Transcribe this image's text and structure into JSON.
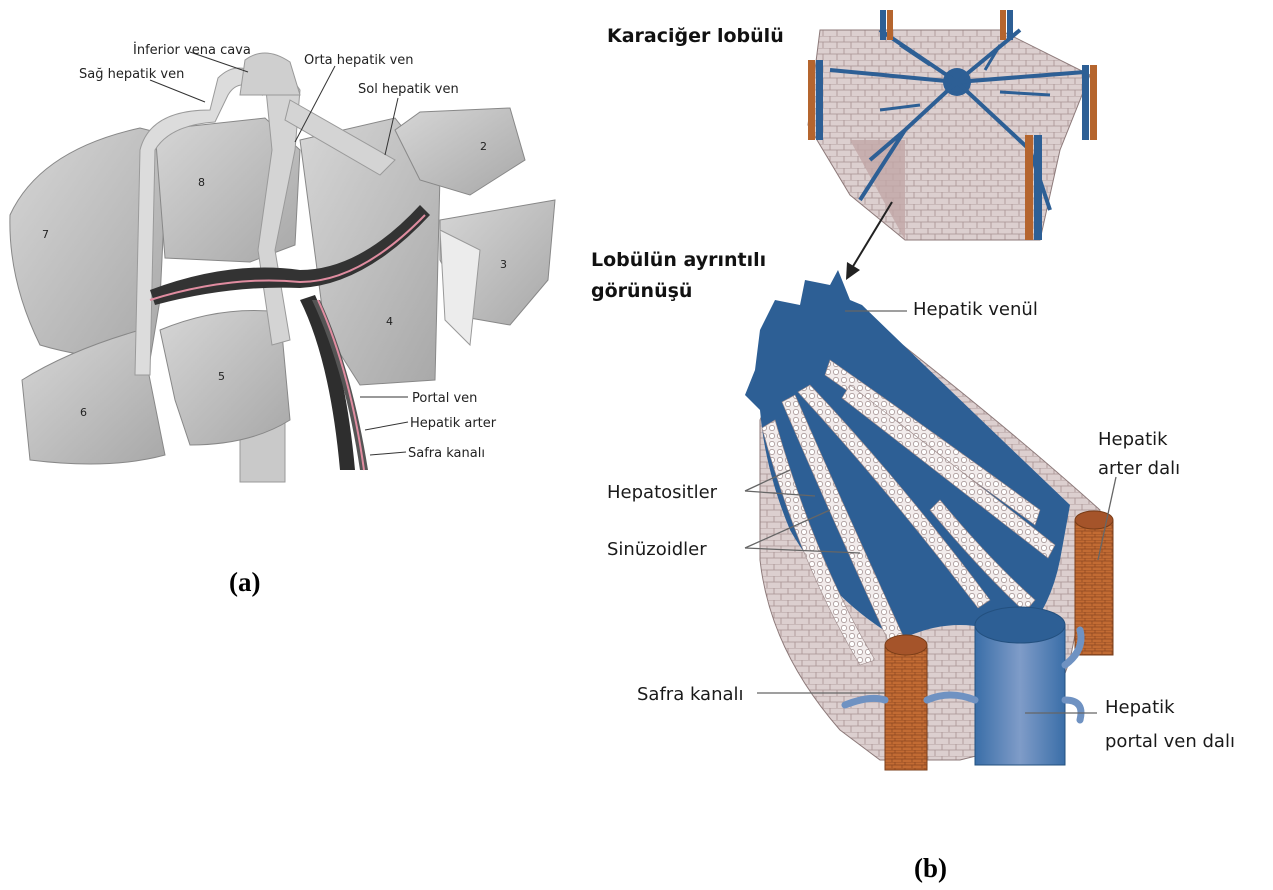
{
  "panel_a": {
    "caption": "(a)",
    "labels": {
      "ivc": "İnferior vena cava",
      "right_hv": "Sağ hepatik ven",
      "middle_hv": "Orta hepatik ven",
      "left_hv": "Sol hepatik ven",
      "portal": "Portal ven",
      "artery": "Hepatik arter",
      "bile": "Safra kanalı"
    },
    "segments": [
      "2",
      "3",
      "4",
      "5",
      "6",
      "7",
      "8"
    ]
  },
  "panel_b": {
    "caption": "(b)",
    "title_lobule": "Karaciğer lobülü",
    "title_detail_1": "Lobülün ayrıntılı",
    "title_detail_2": "görünüşü",
    "labels": {
      "venule": "Hepatik venül",
      "artery_1": "Hepatik",
      "artery_2": "arter dalı",
      "hepatocytes": "Hepatositler",
      "sinusoids": "Sinüzoidler",
      "bile": "Safra kanalı",
      "portal_1": "Hepatik",
      "portal_2": "portal ven dalı"
    }
  },
  "colors": {
    "vein_blue": "#2d5f95",
    "artery_brown": "#b5652e",
    "tissue_pink": "#dccfcf",
    "liver_gray": "#bdbdbd"
  }
}
